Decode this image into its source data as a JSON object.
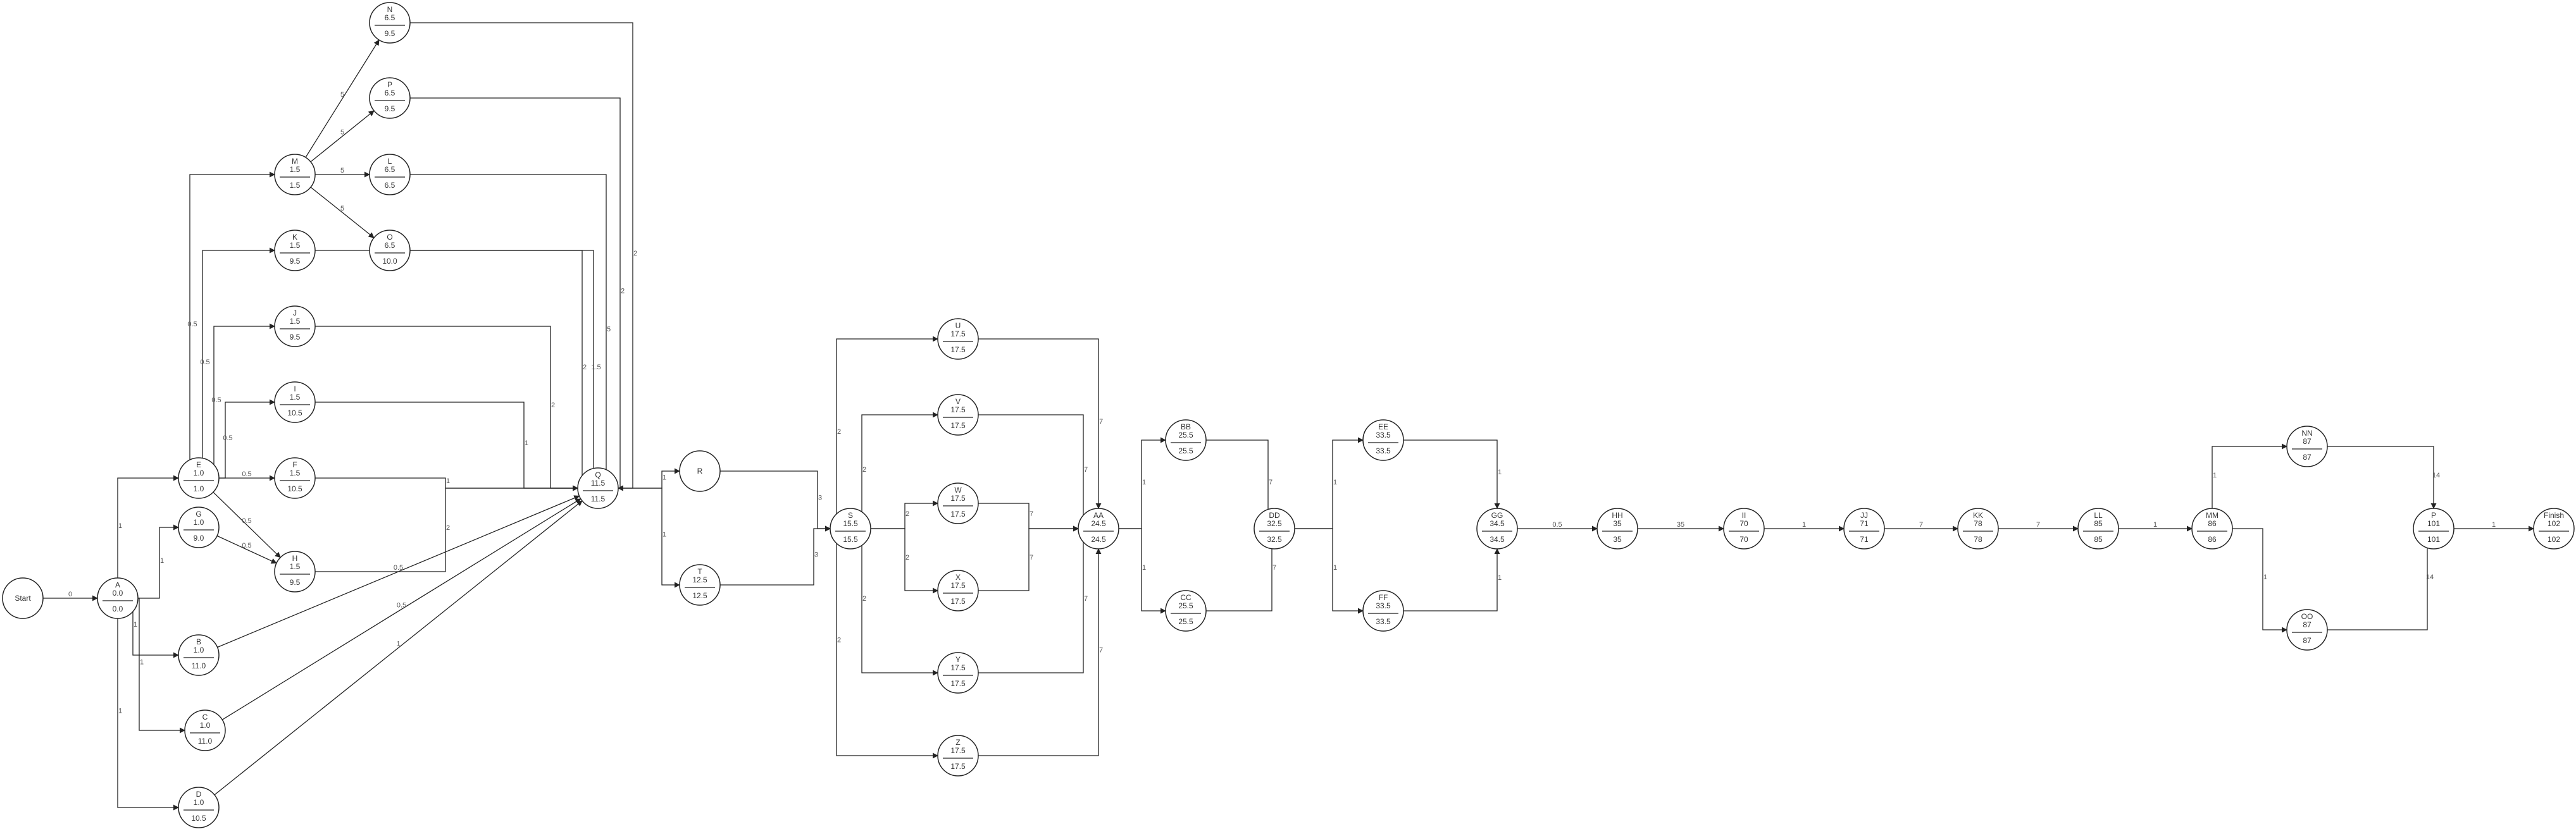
{
  "nodes": [
    {
      "id": "Start",
      "label": "Start"
    },
    {
      "id": "A",
      "label": "A",
      "es": "0.0",
      "ls": "0.0"
    },
    {
      "id": "B",
      "label": "B",
      "es": "1.0",
      "ls": "11.0"
    },
    {
      "id": "C",
      "label": "C",
      "es": "1.0",
      "ls": "11.0"
    },
    {
      "id": "D",
      "label": "D",
      "es": "1.0",
      "ls": "10.5"
    },
    {
      "id": "E",
      "label": "E",
      "es": "1.0",
      "ls": "1.0"
    },
    {
      "id": "F",
      "label": "F",
      "es": "1.5",
      "ls": "10.5"
    },
    {
      "id": "G",
      "label": "G",
      "es": "1.0",
      "ls": "9.0"
    },
    {
      "id": "H",
      "label": "H",
      "es": "1.5",
      "ls": "9.5"
    },
    {
      "id": "I",
      "label": "I",
      "es": "1.5",
      "ls": "10.5"
    },
    {
      "id": "J",
      "label": "J",
      "es": "1.5",
      "ls": "9.5"
    },
    {
      "id": "K",
      "label": "K",
      "es": "1.5",
      "ls": "9.5"
    },
    {
      "id": "M",
      "label": "M",
      "es": "1.5",
      "ls": "1.5"
    },
    {
      "id": "N",
      "label": "N",
      "es": "6.5",
      "ls": "9.5"
    },
    {
      "id": "P1",
      "label": "P",
      "es": "6.5",
      "ls": "9.5"
    },
    {
      "id": "L",
      "label": "L",
      "es": "6.5",
      "ls": "6.5"
    },
    {
      "id": "O",
      "label": "O",
      "es": "6.5",
      "ls": "10.0"
    },
    {
      "id": "Q",
      "label": "Q",
      "es": "11.5",
      "ls": "11.5"
    },
    {
      "id": "R",
      "label": "R"
    },
    {
      "id": "T",
      "label": "T",
      "es": "12.5",
      "ls": "12.5"
    },
    {
      "id": "S",
      "label": "S",
      "es": "15.5",
      "ls": "15.5"
    },
    {
      "id": "U",
      "label": "U",
      "es": "17.5",
      "ls": "17.5"
    },
    {
      "id": "V",
      "label": "V",
      "es": "17.5",
      "ls": "17.5"
    },
    {
      "id": "W",
      "label": "W",
      "es": "17.5",
      "ls": "17.5"
    },
    {
      "id": "X",
      "label": "X",
      "es": "17.5",
      "ls": "17.5"
    },
    {
      "id": "Y",
      "label": "Y",
      "es": "17.5",
      "ls": "17.5"
    },
    {
      "id": "Z",
      "label": "Z",
      "es": "17.5",
      "ls": "17.5"
    },
    {
      "id": "AA",
      "label": "AA",
      "es": "24.5",
      "ls": "24.5"
    },
    {
      "id": "BB",
      "label": "BB",
      "es": "25.5",
      "ls": "25.5"
    },
    {
      "id": "CC",
      "label": "CC",
      "es": "25.5",
      "ls": "25.5"
    },
    {
      "id": "DD",
      "label": "DD",
      "es": "32.5",
      "ls": "32.5"
    },
    {
      "id": "EE",
      "label": "EE",
      "es": "33.5",
      "ls": "33.5"
    },
    {
      "id": "FF",
      "label": "FF",
      "es": "33.5",
      "ls": "33.5"
    },
    {
      "id": "GG",
      "label": "GG",
      "es": "34.5",
      "ls": "34.5"
    },
    {
      "id": "HH",
      "label": "HH",
      "es": "35",
      "ls": "35"
    },
    {
      "id": "II",
      "label": "II",
      "es": "70",
      "ls": "70"
    },
    {
      "id": "JJ",
      "label": "JJ",
      "es": "71",
      "ls": "71"
    },
    {
      "id": "KK",
      "label": "KK",
      "es": "78",
      "ls": "78"
    },
    {
      "id": "LL",
      "label": "LL",
      "es": "85",
      "ls": "85"
    },
    {
      "id": "MM",
      "label": "MM",
      "es": "86",
      "ls": "86"
    },
    {
      "id": "NN",
      "label": "NN",
      "es": "87",
      "ls": "87"
    },
    {
      "id": "OO",
      "label": "OO",
      "es": "87",
      "ls": "87"
    },
    {
      "id": "P2",
      "label": "P",
      "es": "101",
      "ls": "101"
    },
    {
      "id": "Finish",
      "label": "Finish",
      "es": "102",
      "ls": "102"
    }
  ],
  "edges": [
    {
      "from": "Start",
      "to": "A",
      "label": "0"
    },
    {
      "from": "A",
      "to": "E",
      "label": "1"
    },
    {
      "from": "A",
      "to": "G",
      "label": "1"
    },
    {
      "from": "A",
      "to": "B",
      "label": "1"
    },
    {
      "from": "A",
      "to": "C",
      "label": "1"
    },
    {
      "from": "A",
      "to": "D",
      "label": "1"
    },
    {
      "from": "E",
      "to": "M",
      "label": "0.5"
    },
    {
      "from": "E",
      "to": "K",
      "label": "0.5"
    },
    {
      "from": "E",
      "to": "J",
      "label": "0.5"
    },
    {
      "from": "E",
      "to": "I",
      "label": "0.5"
    },
    {
      "from": "E",
      "to": "F",
      "label": "0.5"
    },
    {
      "from": "E",
      "to": "H",
      "label": "0.5"
    },
    {
      "from": "G",
      "to": "H",
      "label": "0.5"
    },
    {
      "from": "M",
      "to": "N",
      "label": "5"
    },
    {
      "from": "M",
      "to": "P1",
      "label": "5"
    },
    {
      "from": "M",
      "to": "L",
      "label": "5"
    },
    {
      "from": "M",
      "to": "O",
      "label": "5"
    },
    {
      "from": "N",
      "to": "Q",
      "label": "2"
    },
    {
      "from": "P1",
      "to": "Q",
      "label": "2"
    },
    {
      "from": "L",
      "to": "Q",
      "label": "5"
    },
    {
      "from": "O",
      "to": "Q",
      "label": "1.5"
    },
    {
      "from": "K",
      "to": "Q",
      "label": "2"
    },
    {
      "from": "J",
      "to": "Q",
      "label": "2"
    },
    {
      "from": "I",
      "to": "Q",
      "label": "1"
    },
    {
      "from": "F",
      "to": "Q",
      "label": "1"
    },
    {
      "from": "H",
      "to": "Q",
      "label": "2"
    },
    {
      "from": "B",
      "to": "Q",
      "label": "0.5"
    },
    {
      "from": "C",
      "to": "Q",
      "label": "0.5"
    },
    {
      "from": "D",
      "to": "Q",
      "label": "1"
    },
    {
      "from": "Q",
      "to": "R",
      "label": "1"
    },
    {
      "from": "Q",
      "to": "T",
      "label": "1"
    },
    {
      "from": "R",
      "to": "S",
      "label": "3"
    },
    {
      "from": "T",
      "to": "S",
      "label": "3"
    },
    {
      "from": "S",
      "to": "U",
      "label": "2"
    },
    {
      "from": "S",
      "to": "V",
      "label": "2"
    },
    {
      "from": "S",
      "to": "W",
      "label": "2"
    },
    {
      "from": "S",
      "to": "X",
      "label": "2"
    },
    {
      "from": "S",
      "to": "Y",
      "label": "2"
    },
    {
      "from": "S",
      "to": "Z",
      "label": "2"
    },
    {
      "from": "U",
      "to": "AA",
      "label": "7"
    },
    {
      "from": "V",
      "to": "AA",
      "label": "7"
    },
    {
      "from": "W",
      "to": "AA",
      "label": "7"
    },
    {
      "from": "X",
      "to": "AA",
      "label": "7"
    },
    {
      "from": "Y",
      "to": "AA",
      "label": "7"
    },
    {
      "from": "Z",
      "to": "AA",
      "label": "7"
    },
    {
      "from": "AA",
      "to": "BB",
      "label": "1"
    },
    {
      "from": "AA",
      "to": "CC",
      "label": "1"
    },
    {
      "from": "BB",
      "to": "DD",
      "label": "7"
    },
    {
      "from": "CC",
      "to": "DD",
      "label": "7"
    },
    {
      "from": "DD",
      "to": "EE",
      "label": "1"
    },
    {
      "from": "DD",
      "to": "FF",
      "label": "1"
    },
    {
      "from": "EE",
      "to": "GG",
      "label": "1"
    },
    {
      "from": "FF",
      "to": "GG",
      "label": "1"
    },
    {
      "from": "GG",
      "to": "HH",
      "label": "0.5"
    },
    {
      "from": "HH",
      "to": "II",
      "label": "35"
    },
    {
      "from": "II",
      "to": "JJ",
      "label": "1"
    },
    {
      "from": "JJ",
      "to": "KK",
      "label": "7"
    },
    {
      "from": "KK",
      "to": "LL",
      "label": "7"
    },
    {
      "from": "LL",
      "to": "MM",
      "label": "1"
    },
    {
      "from": "MM",
      "to": "NN",
      "label": "1"
    },
    {
      "from": "MM",
      "to": "OO",
      "label": "1"
    },
    {
      "from": "NN",
      "to": "P2",
      "label": "14"
    },
    {
      "from": "OO",
      "to": "P2",
      "label": "14"
    },
    {
      "from": "P2",
      "to": "Finish",
      "label": "1"
    }
  ]
}
